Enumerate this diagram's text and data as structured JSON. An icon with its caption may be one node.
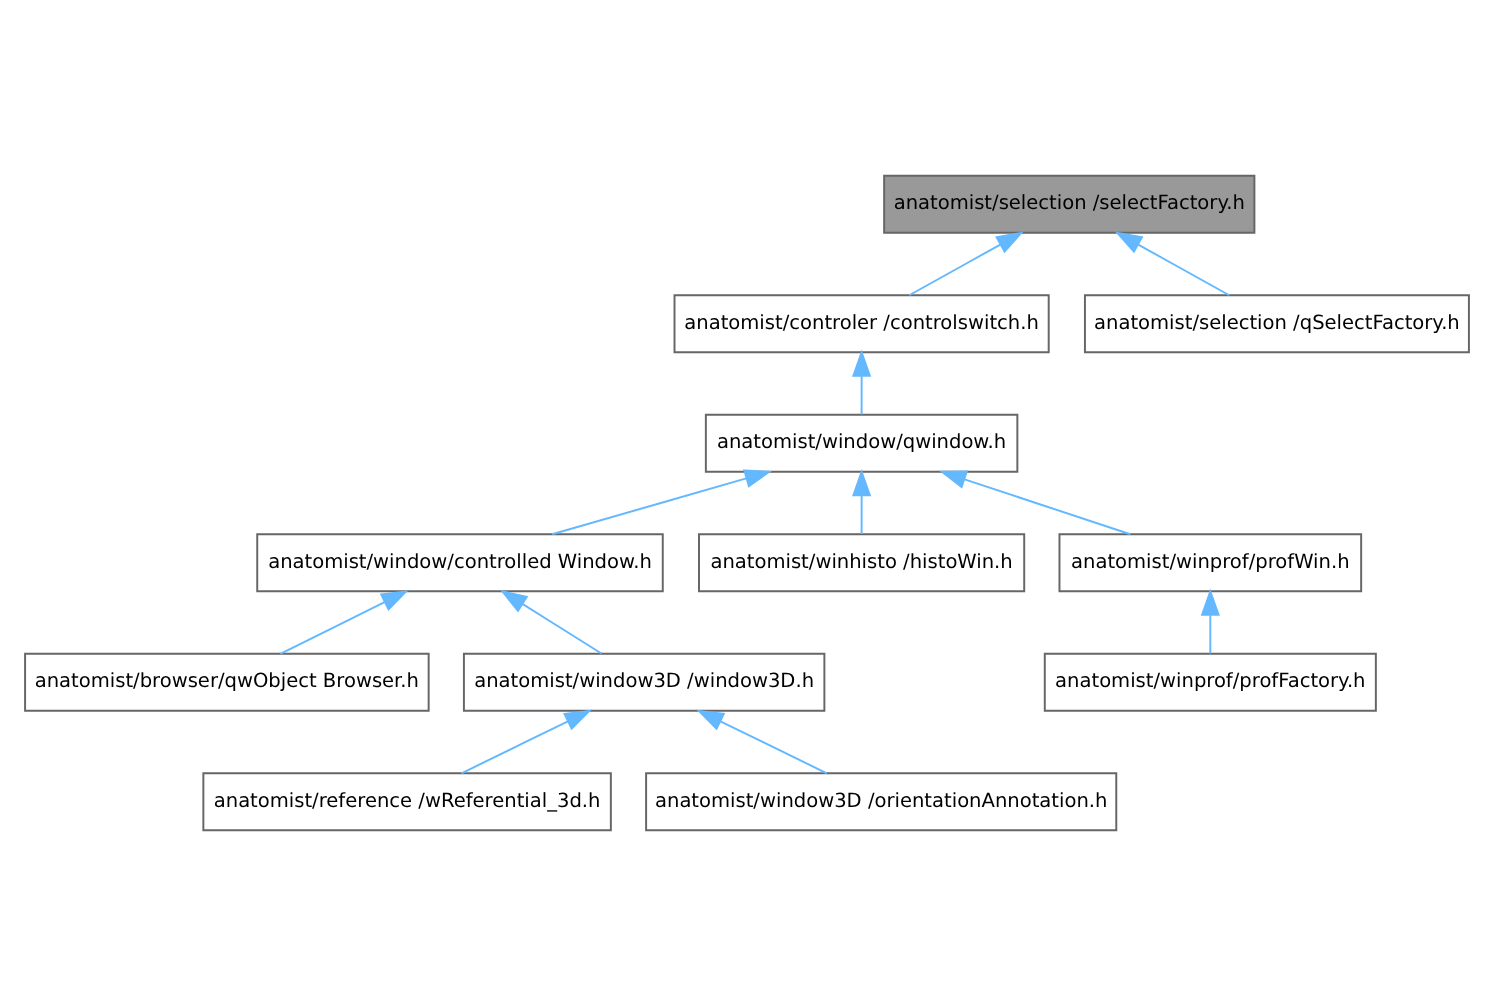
{
  "diagram": {
    "nodes": [
      {
        "text": [
          "anatomist/selection /selectFactory.h"
        ]
      },
      {
        "text": [
          "anatomist/controler /controlswitch.h"
        ]
      },
      {
        "text": [
          "anatomist/selection /qSelectFactory.h"
        ]
      },
      {
        "text": [
          "anatomist/window/qwindow.h"
        ]
      },
      {
        "text": [
          "anatomist/window/controlled Window.h"
        ]
      },
      {
        "text": [
          "anatomist/winhisto /histoWin.h"
        ]
      },
      {
        "text": [
          "anatomist/winprof/profWin.h"
        ]
      },
      {
        "text": [
          "anatomist/browser/qwObject Browser.h"
        ]
      },
      {
        "text": [
          "anatomist/window3D /window3D.h"
        ]
      },
      {
        "text": [
          "anatomist/winprof/profFactory.h"
        ]
      },
      {
        "text": [
          "anatomist/reference /wReferential_3d.h"
        ]
      },
      {
        "text": [
          "anatomist/window3D /orientationAnnotation.h"
        ]
      }
    ],
    "edges": [
      {
        "from": 1,
        "to": 0,
        "arrow": "to"
      },
      {
        "from": 2,
        "to": 0,
        "arrow": "to"
      },
      {
        "from": 3,
        "to": 1,
        "arrow": "to"
      },
      {
        "from": 4,
        "to": 3,
        "arrow": "to"
      },
      {
        "from": 5,
        "to": 3,
        "arrow": "to"
      },
      {
        "from": 6,
        "to": 3,
        "arrow": "to"
      },
      {
        "from": 7,
        "to": 4,
        "arrow": "to"
      },
      {
        "from": 8,
        "to": 4,
        "arrow": "to"
      },
      {
        "from": 9,
        "to": 6,
        "arrow": "to"
      },
      {
        "from": 10,
        "to": 8,
        "arrow": "to"
      },
      {
        "from": 11,
        "to": 8,
        "arrow": "to"
      }
    ]
  }
}
